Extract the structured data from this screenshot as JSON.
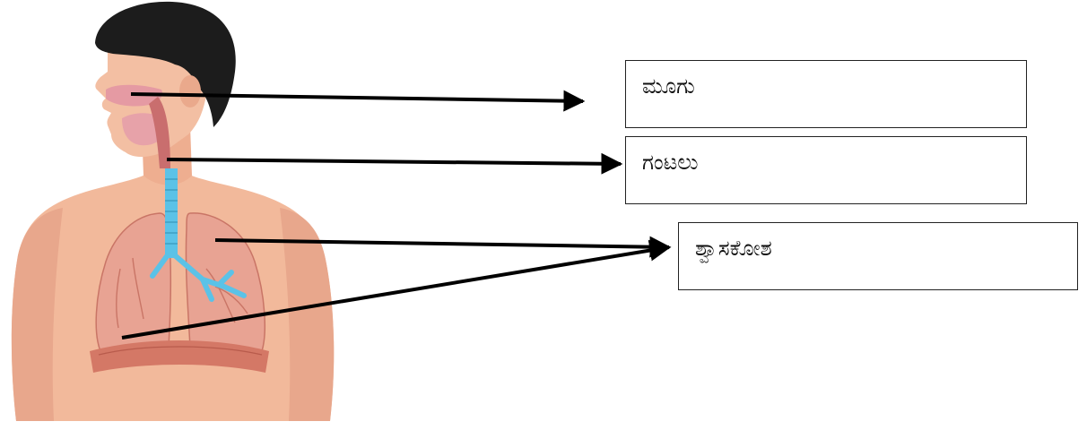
{
  "diagram": {
    "labels": [
      {
        "id": "nose",
        "text": "ಮೂಗು"
      },
      {
        "id": "throat",
        "text": "ಗಂಟಲು"
      },
      {
        "id": "lungs",
        "text": "ಶ್ವಾಸಕೋಶ"
      }
    ],
    "colors": {
      "skin": "#f2b99b",
      "skin_shadow": "#e49c80",
      "hair": "#1c1c1c",
      "lung": "#e8a393",
      "lung_dark": "#c97566",
      "trachea": "#5bc2e7",
      "diaphragm": "#d47866",
      "arrow": "#000000"
    }
  }
}
